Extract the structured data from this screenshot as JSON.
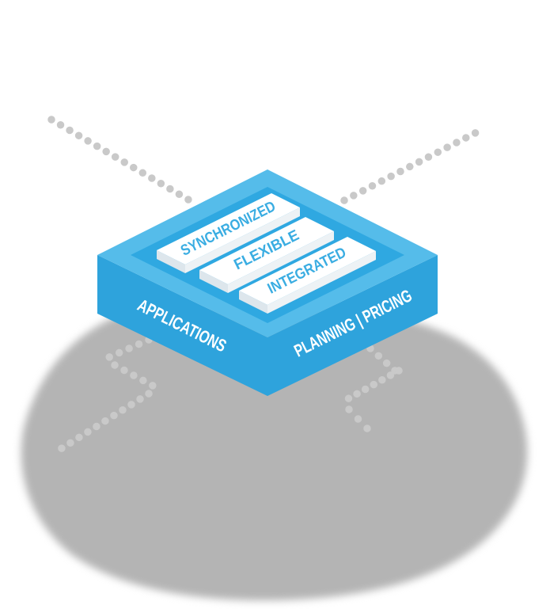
{
  "diagram": {
    "platform": {
      "bars": [
        {
          "label": "SYNCHRONIZED"
        },
        {
          "label": "FLEXIBLE"
        },
        {
          "label": "INTEGRATED"
        }
      ],
      "left_face_label": "APPLICATIONS",
      "right_face_label": "PLANNING | PRICING"
    },
    "colors": {
      "platform_rim": "#55bcea",
      "platform_panel": "#2fa8e1",
      "platform_side_left": "#2ea3dc",
      "platform_side_right": "#2ea3dc",
      "bar_top": "#ffffff",
      "bar_end_face": "#dde6ec",
      "bar_side_face": "#edf2f5",
      "bar_label_text": "#3aade2",
      "face_label_text": "#ffffff",
      "dotted_line": "#c9c9c9",
      "ground_shadow": "#b4b4b4",
      "background": "#ffffff"
    }
  }
}
